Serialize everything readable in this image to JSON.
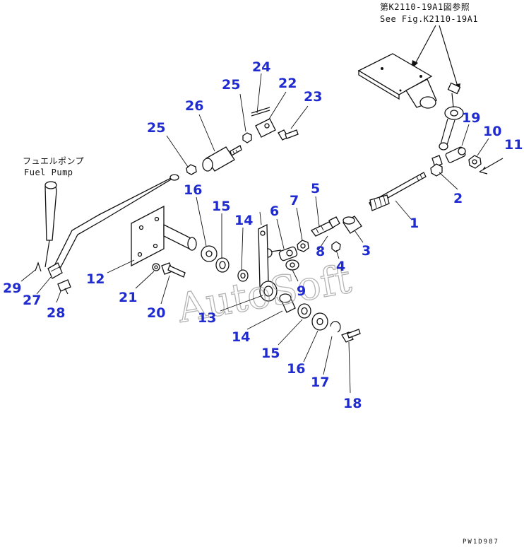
{
  "reference_note": {
    "jp": "第K2110-19A1図参照",
    "en": "See Fig.K2110-19A1"
  },
  "fuel_pump_label": {
    "jp": "フュエルポンプ",
    "en": "Fuel Pump"
  },
  "watermark": "AutoSoft",
  "figure_code": "PW1D987",
  "callouts": [
    "24",
    "25",
    "22",
    "23",
    "26",
    "25",
    "19",
    "10",
    "11",
    "16",
    "15",
    "14",
    "6",
    "7",
    "5",
    "2",
    "1",
    "8",
    "3",
    "4",
    "12",
    "9",
    "21",
    "20",
    "13",
    "29",
    "27",
    "28",
    "14",
    "15",
    "16",
    "17",
    "18"
  ]
}
